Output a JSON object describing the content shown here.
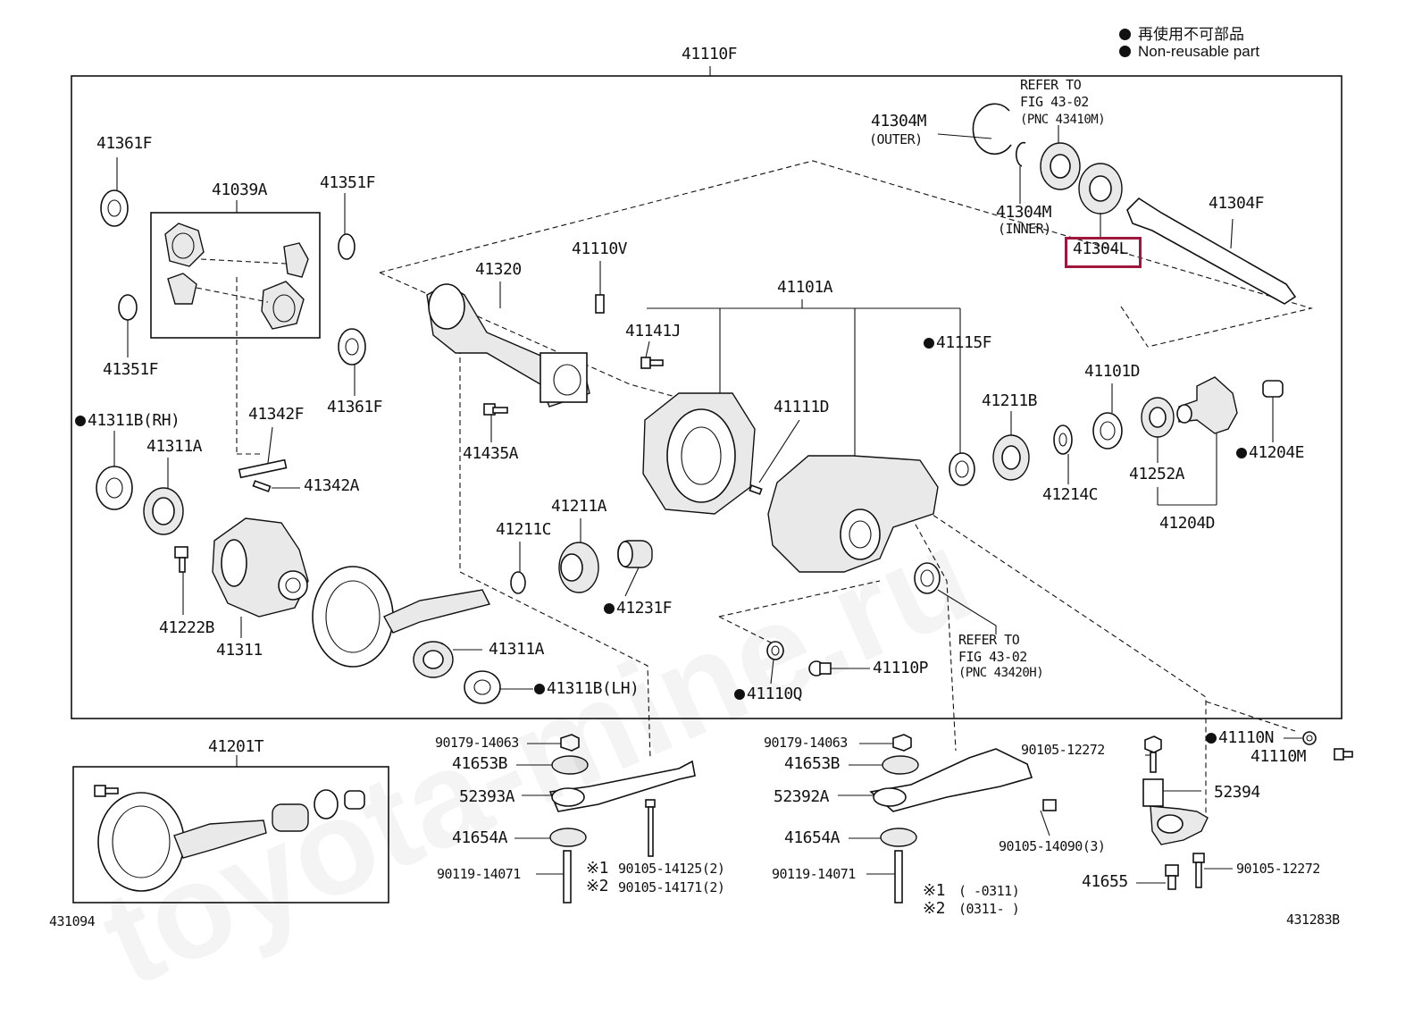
{
  "legend": {
    "line1": "再使用不可部品",
    "line2": "Non-reusable part"
  },
  "watermark": "toyota-mine.ru",
  "highlight_color": "#a0173d",
  "labels": {
    "p41110F": "41110F",
    "p41361F_top": "41361F",
    "p41039A": "41039A",
    "p41351F_top": "41351F",
    "p41351F_left": "41351F",
    "p41361F_mid": "41361F",
    "p41311B_RH": "41311B(RH)",
    "p41342F": "41342F",
    "p41311A_left": "41311A",
    "p41342A": "41342A",
    "p41222B": "41222B",
    "p41311": "41311",
    "p41320": "41320",
    "p41110V": "41110V",
    "p41141J": "41141J",
    "p41435A": "41435A",
    "p41101A": "41101A",
    "p41115F": "41115F",
    "p41111D": "41111D",
    "p41211C": "41211C",
    "p41211A": "41211A",
    "p41231F": "41231F",
    "p41311A_mid": "41311A",
    "p41311B_LH": "41311B(LH)",
    "p41110Q": "41110Q",
    "p41110P": "41110P",
    "p41304M_outer": "41304M",
    "outer_note": "(OUTER)",
    "p41304M_inner": "41304M",
    "inner_note": "(INNER)",
    "p41304L": "41304L",
    "p41304F": "41304F",
    "refer_top_1": "REFER TO",
    "refer_top_2": "FIG 43-02",
    "refer_top_3": "(PNC 43410M)",
    "refer_bot_1": "REFER TO",
    "refer_bot_2": "FIG 43-02",
    "refer_bot_3": "(PNC 43420H)",
    "p41101D": "41101D",
    "p41211B": "41211B",
    "p41214C": "41214C",
    "p41252A": "41252A",
    "p41204E": "41204E",
    "p41204D": "41204D",
    "p41201T": "41201T",
    "code_left": "431094",
    "code_right": "431283B",
    "l90179_1": "90179-14063",
    "l41653B_1": "41653B",
    "l52393A": "52393A",
    "l41654A_1": "41654A",
    "l90119_1": "90119-14071",
    "n1_mark": "※1",
    "n2_mark": "※2",
    "n1_part": "90105-14125(2)",
    "n2_part": "90105-14171(2)",
    "l90179_2": "90179-14063",
    "l41653B_2": "41653B",
    "l52392A": "52392A",
    "l41654A_2": "41654A",
    "l90119_2": "90119-14071",
    "r1_mark": "※1",
    "r2_mark": "※2",
    "r1_range": "(      -0311)",
    "r2_range": "(0311-      )",
    "l90105_12272_a": "90105-12272",
    "l90105_14090": "90105-14090(3)",
    "l52394": "52394",
    "l41655": "41655",
    "l90105_12272_b": "90105-12272",
    "l41110N": "41110N",
    "l41110M": "41110M"
  }
}
